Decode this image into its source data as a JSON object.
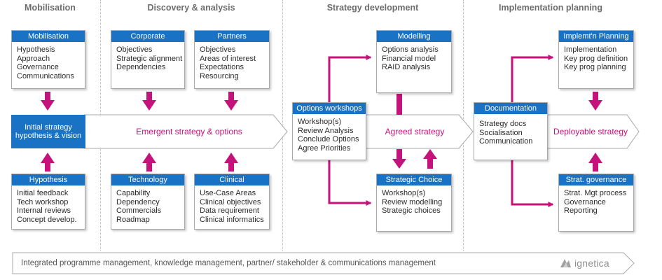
{
  "phases": [
    "Mobilisation",
    "Discovery & analysis",
    "Strategy development",
    "Implementation planning"
  ],
  "cards": {
    "mobilisation": {
      "title": "Mobilisation",
      "lines": [
        "Hypothesis",
        "Approach",
        "Governance",
        "Communications"
      ]
    },
    "corporate": {
      "title": "Corporate",
      "lines": [
        "Objectives",
        "Strategic alignment",
        "Dependencies"
      ]
    },
    "partners": {
      "title": "Partners",
      "lines": [
        "Objectives",
        "Areas of interest",
        "Expectations",
        "Resourcing"
      ]
    },
    "hypothesis": {
      "title": "Hypothesis",
      "lines": [
        "Initial feedback",
        "Tech workshop",
        "Internal reviews",
        "Concept develop."
      ]
    },
    "technology": {
      "title": "Technology",
      "lines": [
        "Capability",
        "Dependency",
        "Commercials",
        "Roadmap"
      ]
    },
    "clinical": {
      "title": "Clinical",
      "lines": [
        "Use-Case Areas",
        "Clinical objectives",
        "Data requirement",
        "Clinical informatics"
      ]
    },
    "options_workshops": {
      "title": "Options workshops",
      "lines": [
        "Workshop(s)",
        "Review Analysis",
        "Conclude Options",
        "Agree Priorities"
      ]
    },
    "modelling": {
      "title": "Modelling",
      "lines": [
        "Options analysis",
        "Financial model",
        "RAID analysis"
      ]
    },
    "strategic_choice": {
      "title": "Strategic Choice",
      "lines": [
        "Workshop(s)",
        "Review modelling",
        "Strategic choices"
      ]
    },
    "documentation": {
      "title": "Documentation",
      "lines": [
        "Strategy docs",
        "Socialisation",
        "Communication"
      ]
    },
    "implement_planning": {
      "title": "Implemt'n Planning",
      "lines": [
        "Implementation",
        "Key prog definition",
        "Key prog planning"
      ]
    },
    "strat_governance": {
      "title": "Strat. governance",
      "lines": [
        "Strat. Mgt process",
        "Governance",
        "Reporting"
      ]
    }
  },
  "initial_strategy": "Initial strategy hypothesis  & vision",
  "bands": {
    "emergent": "Emergent strategy & options",
    "agreed": "Agreed strategy",
    "deployable": "Deployable strategy"
  },
  "footer": "Integrated programme management, knowledge management, partner/ stakeholder & communications management",
  "logo": "ignetica",
  "colors": {
    "accent_blue": "#1a72c4",
    "magenta": "#c4137a",
    "outline_grey": "#a9a9a9"
  }
}
